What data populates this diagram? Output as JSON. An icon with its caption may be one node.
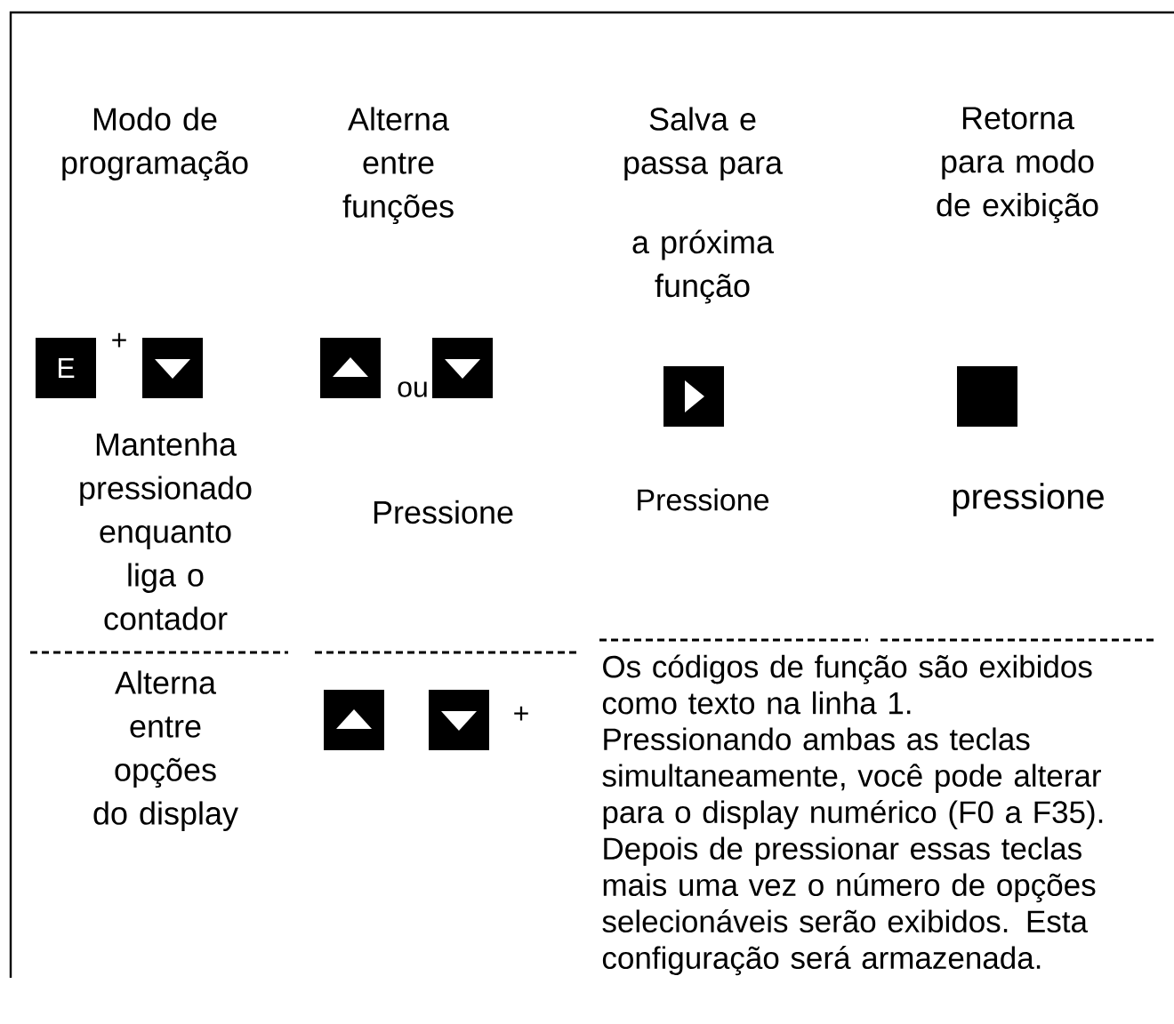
{
  "diagram": {
    "nodes": [
      {
        "text": [
          "E"
        ]
      },
      {
        "text": [],
        "shape": "box"
      },
      {
        "text": [],
        "shape": "box"
      },
      {
        "text": [],
        "shape": "box"
      },
      {
        "text": [],
        "shape": "box"
      },
      {
        "text": [],
        "shape": "box"
      },
      {
        "text": [],
        "shape": "box"
      },
      {
        "text": [],
        "shape": "box"
      }
    ],
    "labels": [
      "Modo de programação",
      "Alterna entre funções",
      "Salva e passa para",
      "Retorna para modo de exibição",
      "a próxima função",
      "+",
      "ou",
      "Mantenha pressionado enquanto liga o contador",
      "Pressione",
      "Pressione",
      "pressione",
      "Alterna entre opções do display",
      "+",
      "Os códigos de função são exibidos como texto na linha 1.",
      "Pressionando ambas as teclas simultaneamente, você pode alterar para o display numérico (F0 a F35). Depois de pressionar essas teclas mais uma vez o número de opções selecionáveis serão exibidos. Esta configuração será armazenada."
    ]
  }
}
